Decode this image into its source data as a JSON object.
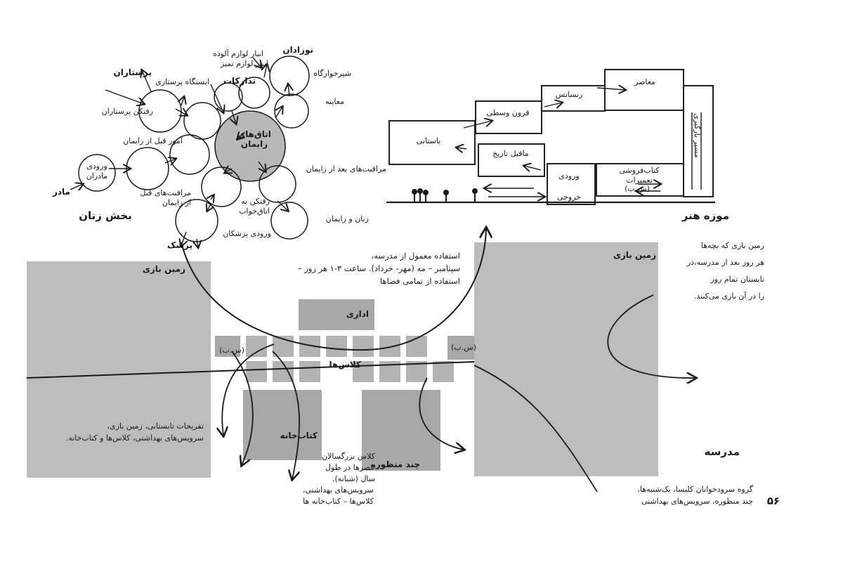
{
  "women_section": {
    "title": "بخش زنان",
    "nodes": {
      "mother": "مادر",
      "mothers_entrance": "ورودی\nمادران",
      "pre_delivery": "مراقبت‌های قبل\nاز زایمان",
      "pre_delivery_affairs": "امور قبل از زایمان",
      "nurses_change": "رفتکن پرستاران",
      "nurses": "پرستاران",
      "nursing_station": "ایستگاه پرستاری",
      "dirty_storage": "انبار لوازم آلوده",
      "clean_storage": "انبار لوازم تمیز",
      "supplies": "تدارکات",
      "newborns": "نوزادان",
      "milk_room": "شیرخوارگاه",
      "exam": "معاینه",
      "delivery_rooms": "اتاق‌های\nزایمان",
      "post_delivery": "مراقبت‌های بعد از زایمان",
      "to_bedroom": "رفتکن به\nاتاق‌خواب",
      "delivered_women": "زنان و زایمان",
      "doctors_entrance": "ورودی پزشکان",
      "doctor": "پزشک"
    }
  },
  "museum": {
    "title": "موزه هنر",
    "rooms": {
      "contemporary": "معاصر",
      "renaissance": "رنسانس",
      "medieval": "قرون وسطی",
      "ancient": "باستانی",
      "prehistoric": "ماقبل تاریخ",
      "entrance": "ورودی",
      "exit": "خروجی",
      "bookshop": "کتاب‌فروشی\nتعمیرات",
      "bookshop_services": "(س.ب)",
      "loading": "مسیر بارگیری"
    }
  },
  "school": {
    "title": "مدرسه",
    "page_number": "۵۶",
    "labels": {
      "usage_note": "استفاده معمول از مدرسه،\nسپتامبر – مه (مهر- خرداد). ساعت ۳-۱ هر روز –\nاستفاده از تمامی فضاها",
      "playground_left": "زمین بازی",
      "summer_note": "تفریحات تابستانی، زمین بازی،\nسرویس‌های بهداشتی، کلاس‌ها و کتاب‌خانه.",
      "admin": "اداری",
      "sb_left": "(س.ب)",
      "sb_right": "(س.ب)",
      "classes": "کلاس‌ها",
      "library": "کتاب‌خانه",
      "multipurpose": "چند منظوره",
      "adult_class": "کلاس بزرگسالان\nعصرها در طول\nسال (شبانه).",
      "evening_services": "سرویس‌های بهداشتی،\nکلاس‌ها – کتاب‌خانه ها",
      "playground_right": "زمین بازی",
      "kids_note": "زمین بازی که بچه‌ها\nهر روز بعد از مدرسه،در\nتابستان تمام روز\nرا در آن بازی می‌کنند.",
      "choir_note": "گروه سرودخوانان کلیسا، یک‌شنبه‌ها،\nچند منظوره، سرویس‌های بهداشتی"
    }
  }
}
